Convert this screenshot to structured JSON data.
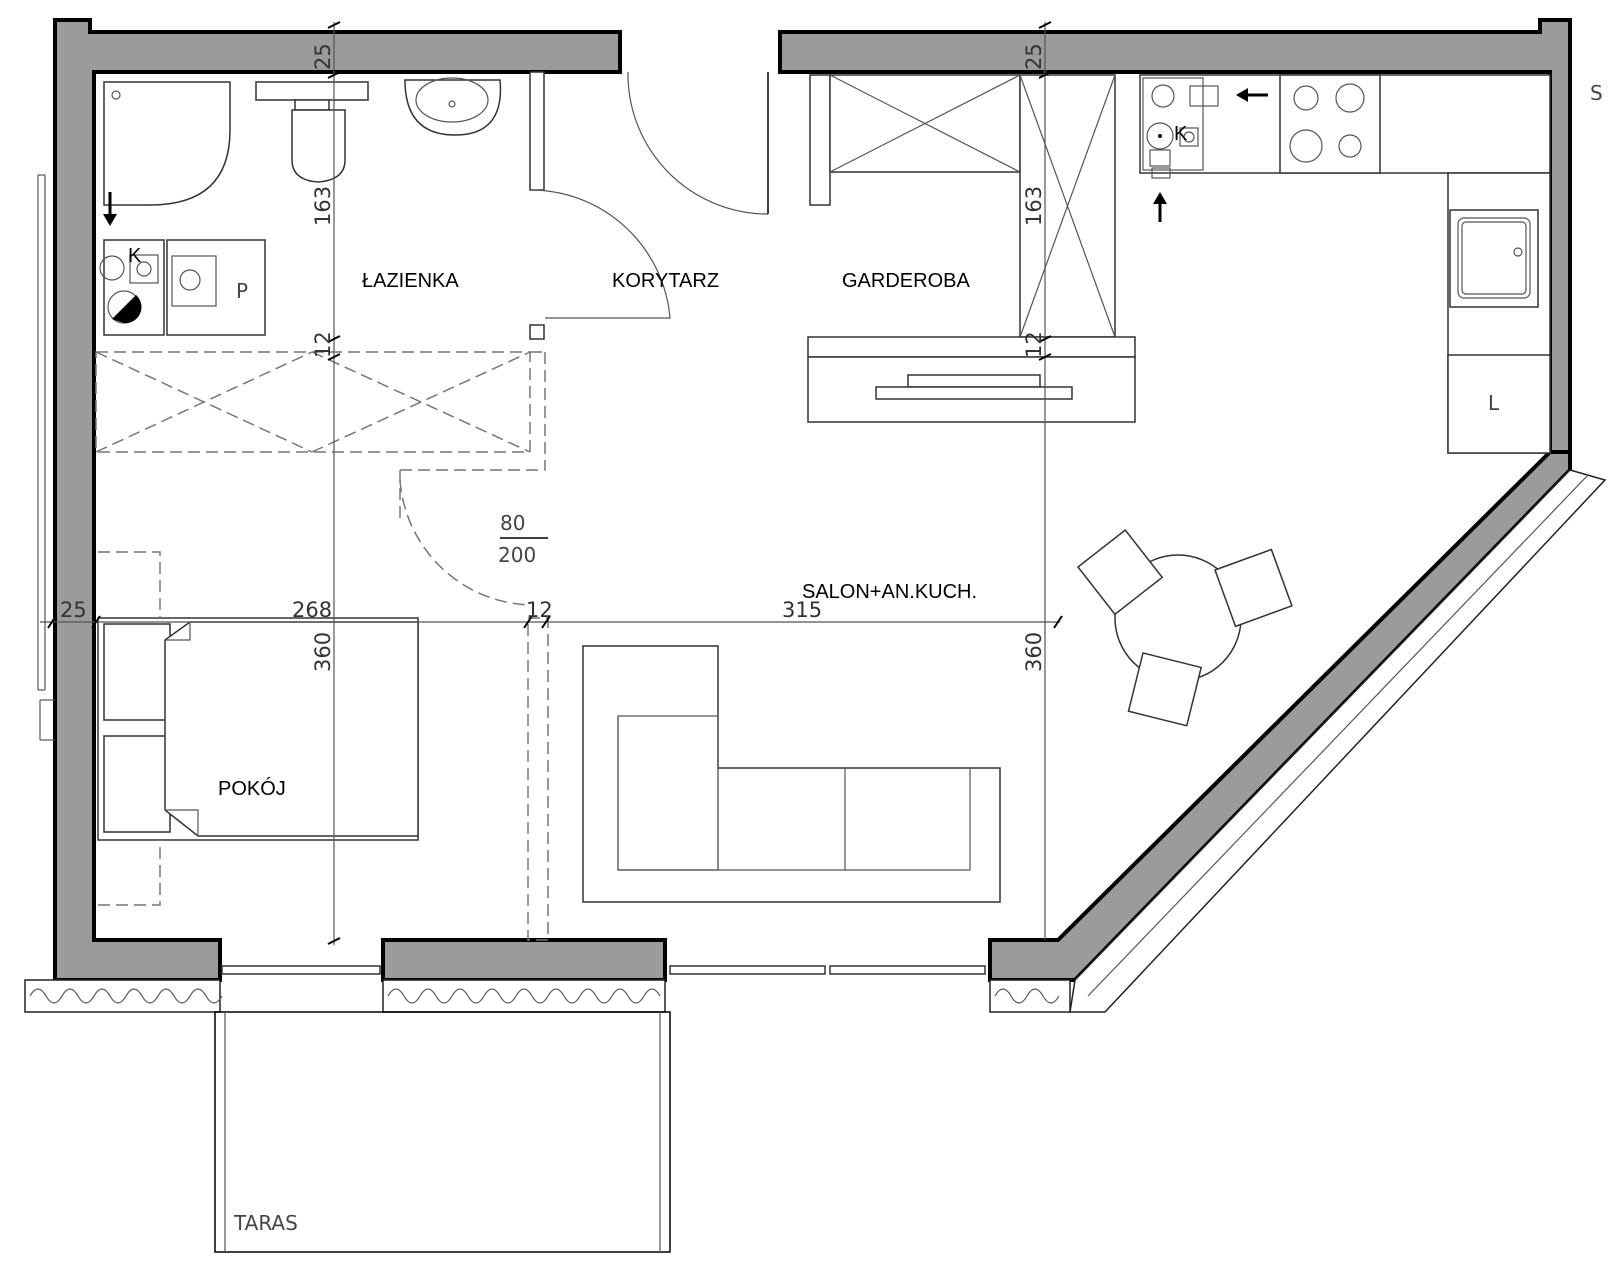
{
  "rooms": {
    "bathroom": "ŁAZIENKA",
    "corridor": "KORYTARZ",
    "wardrobe": "GARDEROBA",
    "living_kitchen": "SALON+AN.KUCH.",
    "room": "POKÓJ",
    "terrace": "TARAS"
  },
  "dimensions": {
    "wall_top_left": "25",
    "wall_top_right": "25",
    "bath_height": "163",
    "wardrobe_height": "163",
    "partition_left": "12",
    "partition_right": "12",
    "wall_left": "25",
    "room_width": "268",
    "partition_mid": "12",
    "salon_width": "315",
    "room_height": "360",
    "salon_height": "360"
  },
  "annotations": {
    "bed_size_top": "80",
    "bed_size_bottom": "200",
    "washer_mark": "P",
    "fridge_mark": "L",
    "boiler_mark_left": "K",
    "boiler_mark_right": "K",
    "corner_mark": "S"
  },
  "icons": [
    "down-arrow-icon",
    "left-arrow-icon",
    "up-arrow-icon",
    "sink-icon",
    "toilet-icon",
    "shower-icon",
    "stove-icon"
  ]
}
